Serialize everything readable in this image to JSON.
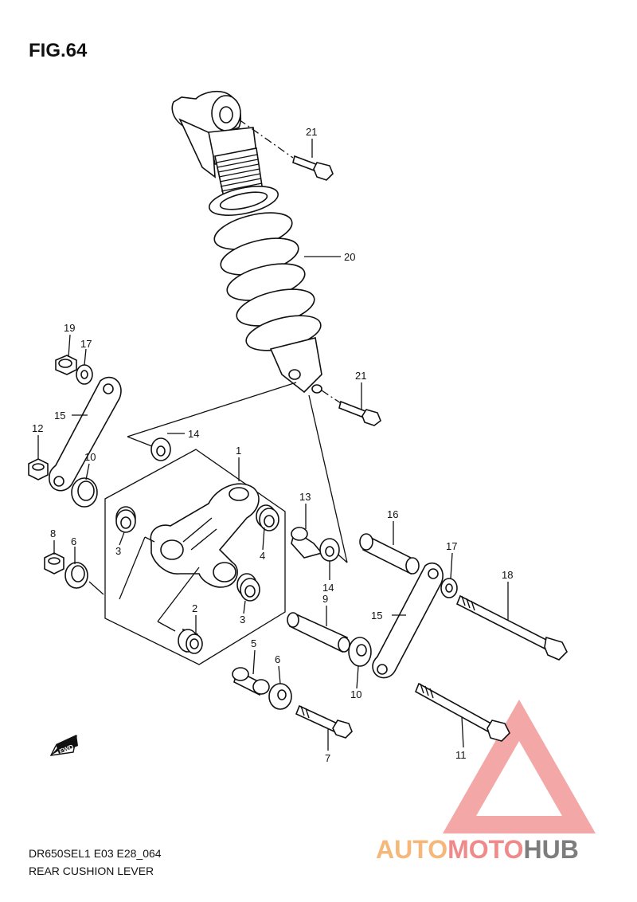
{
  "header": {
    "title": "FIG.64"
  },
  "footer": {
    "code": "DR650SEL1 E03 E28_064",
    "name": "REAR CUSHION LEVER"
  },
  "fwd_label": "FWD",
  "watermark": {
    "part1": "AUTO",
    "part2": "MOTO",
    "part3": "HUB",
    "triangle_color": "#f08a8a"
  },
  "callouts": [
    {
      "id": "c21a",
      "label": "21"
    },
    {
      "id": "c20",
      "label": "20"
    },
    {
      "id": "c19",
      "label": "19"
    },
    {
      "id": "c17a",
      "label": "17"
    },
    {
      "id": "c15a",
      "label": "15"
    },
    {
      "id": "c12",
      "label": "12"
    },
    {
      "id": "c10a",
      "label": "10"
    },
    {
      "id": "c21b",
      "label": "21"
    },
    {
      "id": "c14a",
      "label": "14"
    },
    {
      "id": "c1",
      "label": "1"
    },
    {
      "id": "c13",
      "label": "13"
    },
    {
      "id": "c16",
      "label": "16"
    },
    {
      "id": "c8",
      "label": "8"
    },
    {
      "id": "c6a",
      "label": "6"
    },
    {
      "id": "c3a",
      "label": "3"
    },
    {
      "id": "c4",
      "label": "4"
    },
    {
      "id": "c14b",
      "label": "14"
    },
    {
      "id": "c17b",
      "label": "17"
    },
    {
      "id": "c18",
      "label": "18"
    },
    {
      "id": "c2",
      "label": "2"
    },
    {
      "id": "c3b",
      "label": "3"
    },
    {
      "id": "c9",
      "label": "9"
    },
    {
      "id": "c15b",
      "label": "15"
    },
    {
      "id": "c5",
      "label": "5"
    },
    {
      "id": "c6b",
      "label": "6"
    },
    {
      "id": "c10b",
      "label": "10"
    },
    {
      "id": "c7",
      "label": "7"
    },
    {
      "id": "c11",
      "label": "11"
    }
  ]
}
